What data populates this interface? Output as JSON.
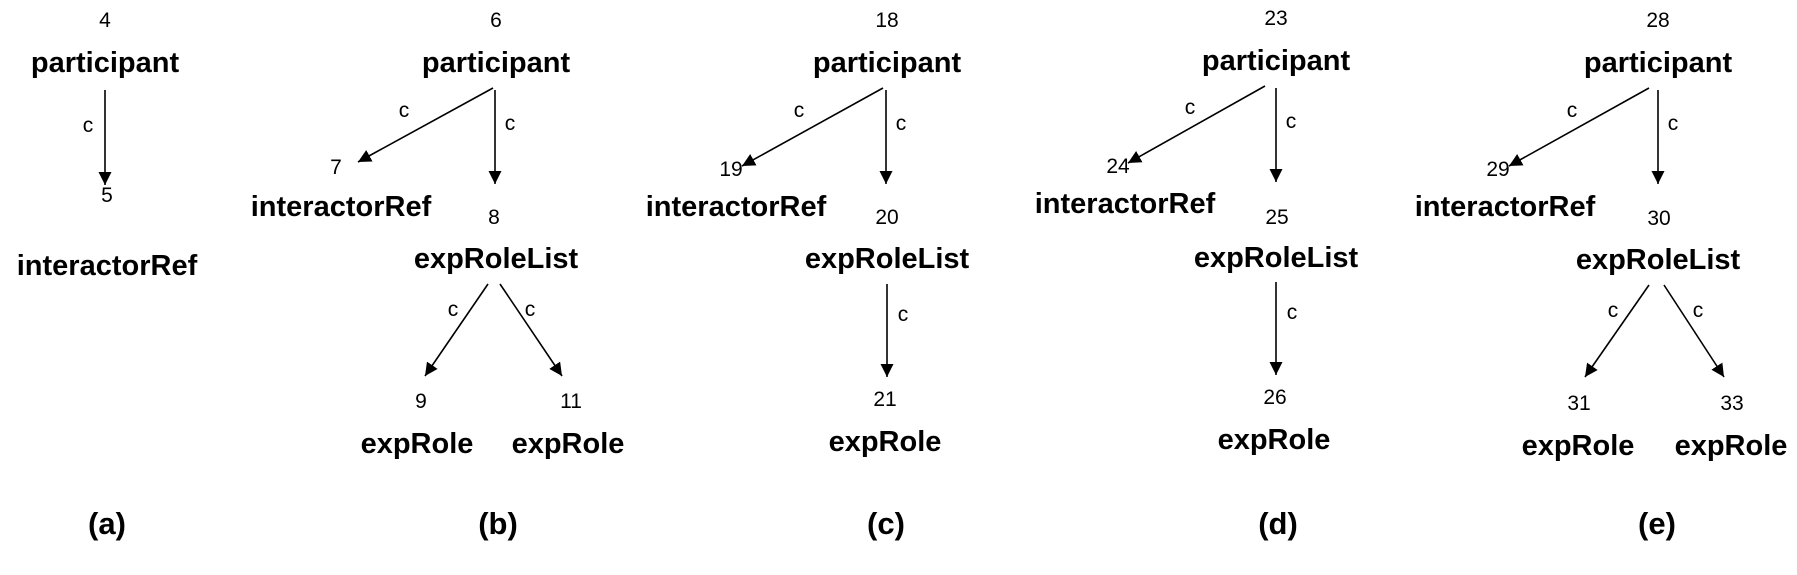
{
  "trees": [
    {
      "caption": "(a)",
      "nodes": [
        {
          "id": "4",
          "label": "participant"
        },
        {
          "id": "5",
          "label": "interactorRef"
        }
      ],
      "edges": [
        {
          "from": "4",
          "to": "5",
          "label": "c"
        }
      ]
    },
    {
      "caption": "(b)",
      "nodes": [
        {
          "id": "6",
          "label": "participant"
        },
        {
          "id": "7",
          "label": "interactorRef"
        },
        {
          "id": "8",
          "label": "expRoleList"
        },
        {
          "id": "9",
          "label": "expRole"
        },
        {
          "id": "11",
          "label": "expRole"
        }
      ],
      "edges": [
        {
          "from": "6",
          "to": "7",
          "label": "c"
        },
        {
          "from": "6",
          "to": "8",
          "label": "c"
        },
        {
          "from": "8",
          "to": "9",
          "label": "c"
        },
        {
          "from": "8",
          "to": "11",
          "label": "c"
        }
      ]
    },
    {
      "caption": "(c)",
      "nodes": [
        {
          "id": "18",
          "label": "participant"
        },
        {
          "id": "19",
          "label": "interactorRef"
        },
        {
          "id": "20",
          "label": "expRoleList"
        },
        {
          "id": "21",
          "label": "expRole"
        }
      ],
      "edges": [
        {
          "from": "18",
          "to": "19",
          "label": "c"
        },
        {
          "from": "18",
          "to": "20",
          "label": "c"
        },
        {
          "from": "20",
          "to": "21",
          "label": "c"
        }
      ]
    },
    {
      "caption": "(d)",
      "nodes": [
        {
          "id": "23",
          "label": "participant"
        },
        {
          "id": "24",
          "label": "interactorRef"
        },
        {
          "id": "25",
          "label": "expRoleList"
        },
        {
          "id": "26",
          "label": "expRole"
        }
      ],
      "edges": [
        {
          "from": "23",
          "to": "24",
          "label": "c"
        },
        {
          "from": "23",
          "to": "25",
          "label": "c"
        },
        {
          "from": "25",
          "to": "26",
          "label": "c"
        }
      ]
    },
    {
      "caption": "(e)",
      "nodes": [
        {
          "id": "28",
          "label": "participant"
        },
        {
          "id": "29",
          "label": "interactorRef"
        },
        {
          "id": "30",
          "label": "expRoleList"
        },
        {
          "id": "31",
          "label": "expRole"
        },
        {
          "id": "33",
          "label": "expRole"
        }
      ],
      "edges": [
        {
          "from": "28",
          "to": "29",
          "label": "c"
        },
        {
          "from": "28",
          "to": "30",
          "label": "c"
        },
        {
          "from": "30",
          "to": "31",
          "label": "c"
        },
        {
          "from": "30",
          "to": "33",
          "label": "c"
        }
      ]
    }
  ]
}
